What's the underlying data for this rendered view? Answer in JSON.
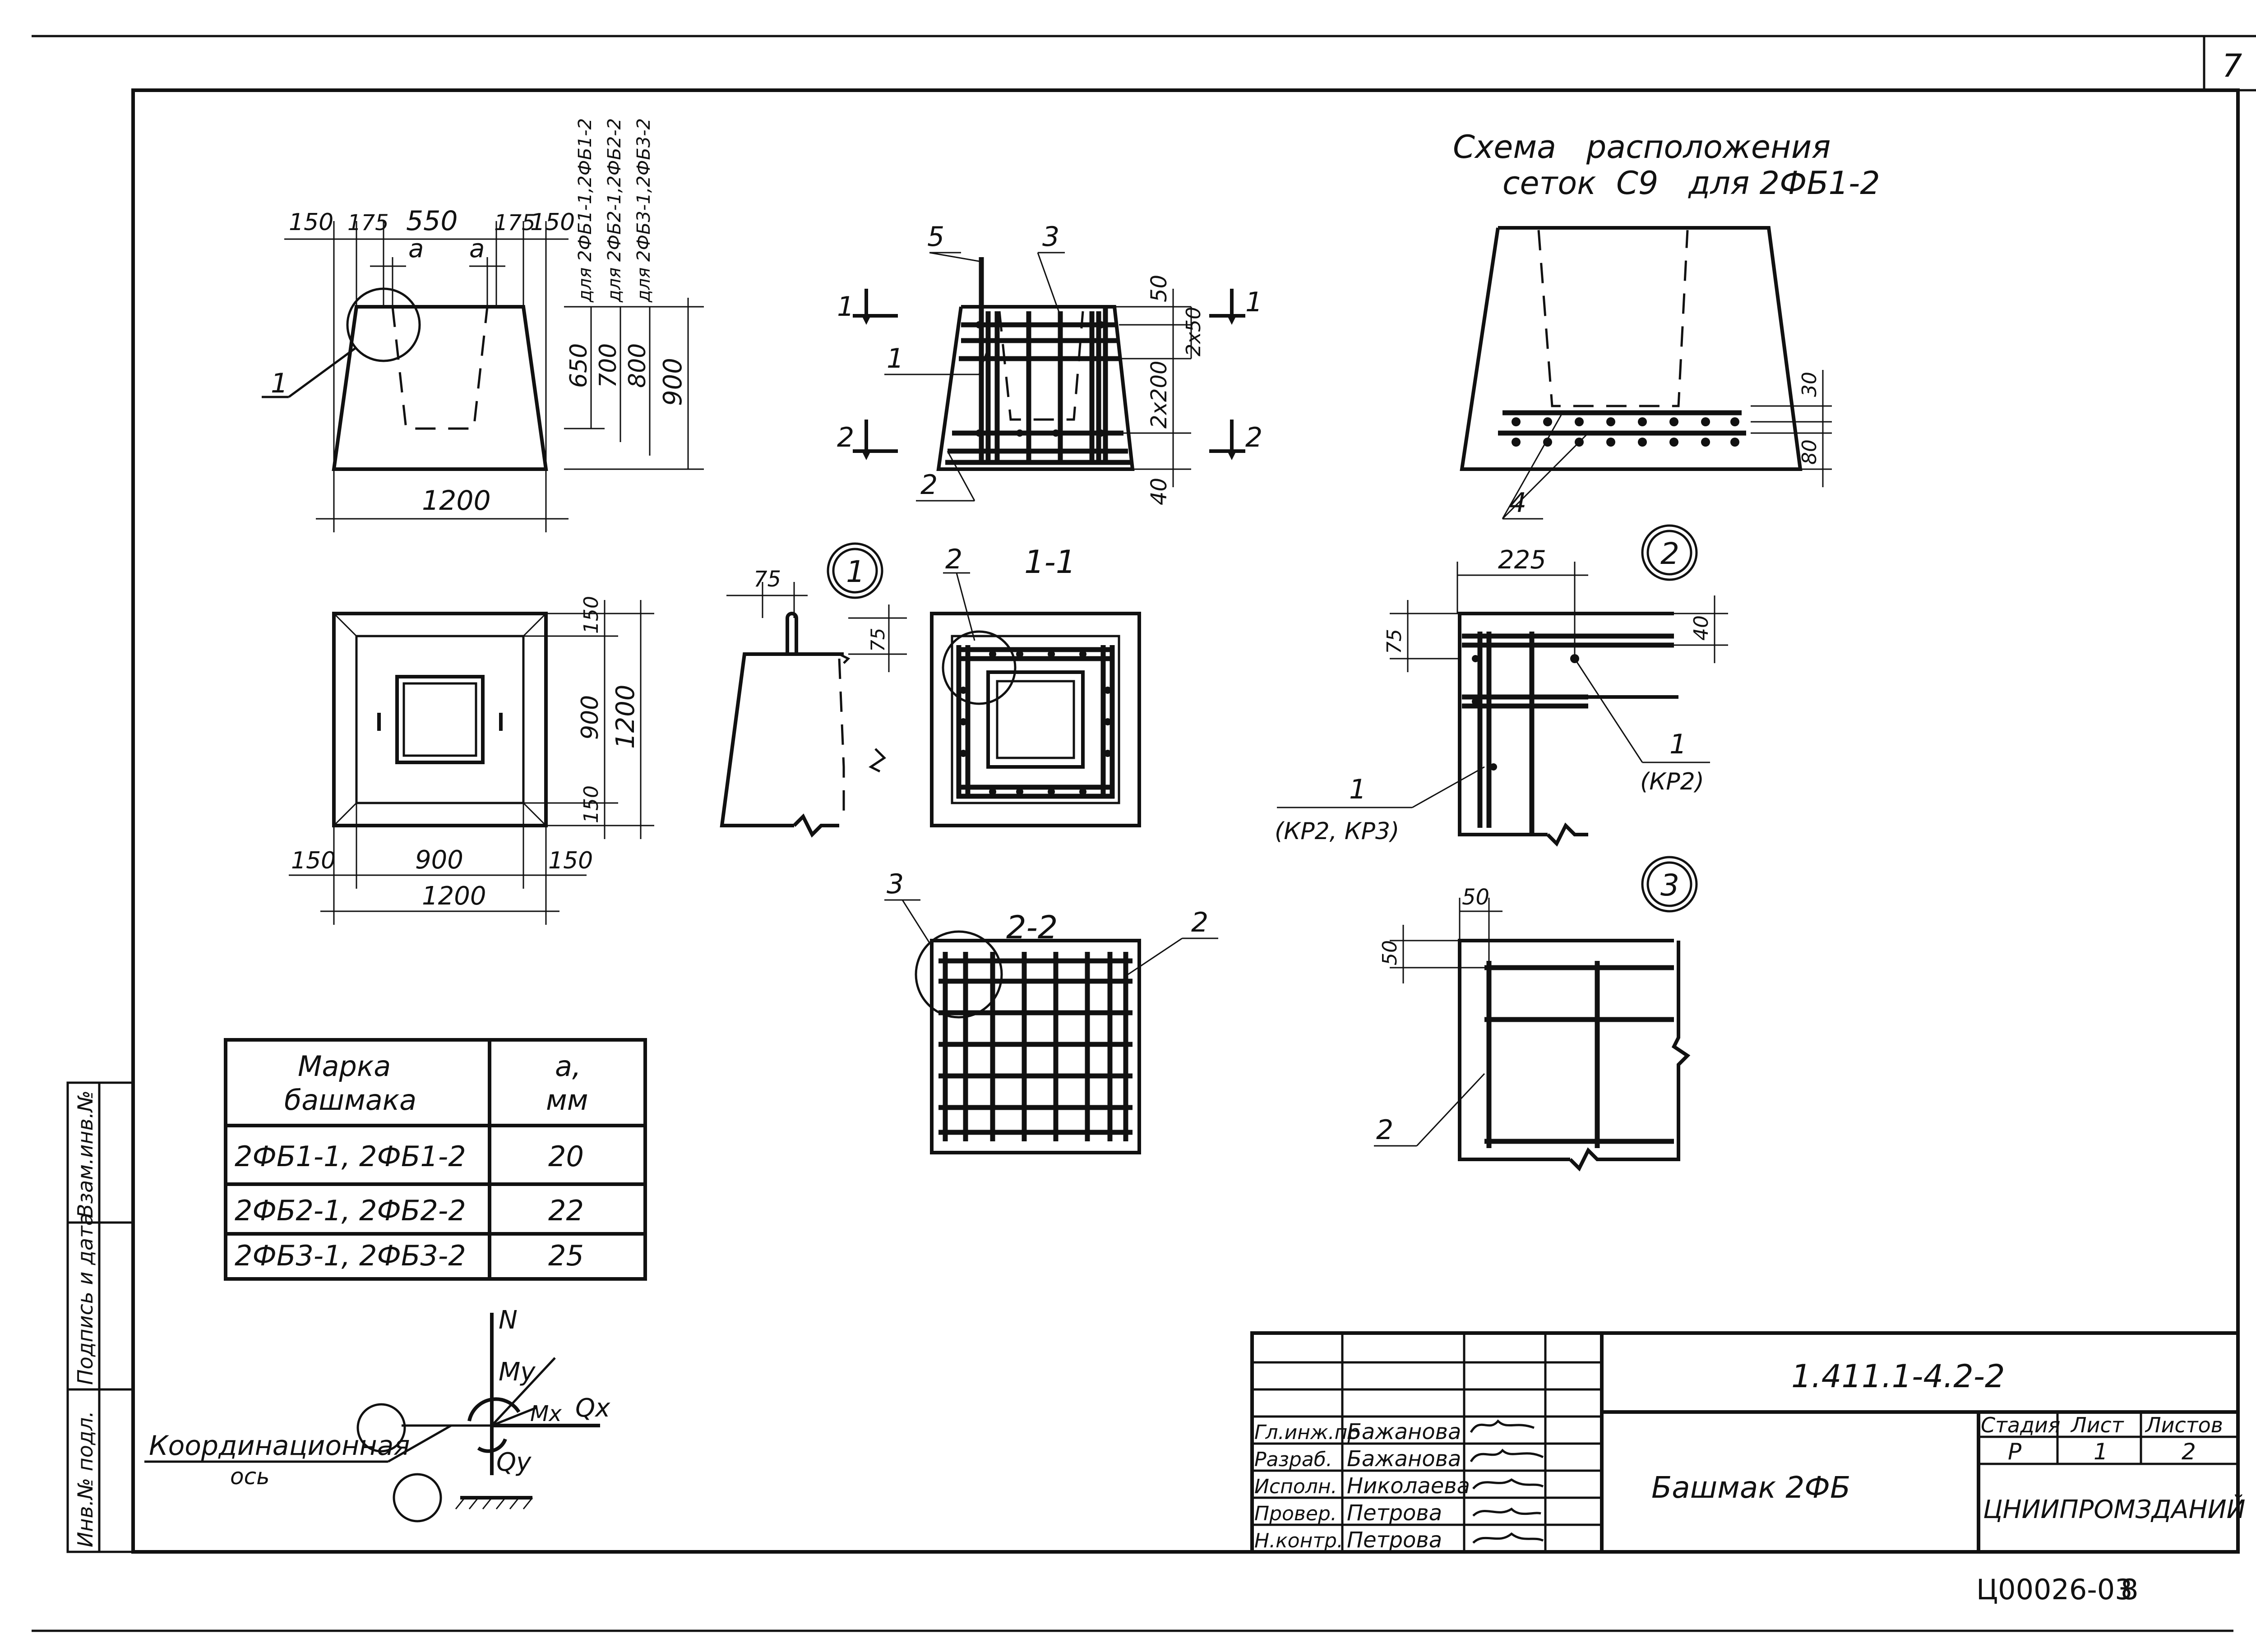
{
  "sheet": {
    "page_number_top": "7",
    "archive_code": "Ц00026-03",
    "archive_page": "8"
  },
  "front_view": {
    "dims_top": [
      "150",
      "175",
      "550",
      "175",
      "150"
    ],
    "gap_label": "а",
    "heights": [
      "650",
      "700",
      "800"
    ],
    "total_height": "900",
    "height_note_1": "для 2ФБ1-1,2ФБ1-2",
    "height_note_2": "для 2ФБ2-1,2ФБ2-2",
    "height_note_3": "для 2ФБ3-1,2ФБ3-2",
    "callout": "1",
    "width": "1200"
  },
  "plan_view": {
    "dims_right": [
      "150",
      "900",
      "150"
    ],
    "total_right": "1200",
    "dims_bottom": [
      "150",
      "900",
      "150"
    ],
    "total_bottom": "1200"
  },
  "rebar_section": {
    "callouts": [
      "5",
      "3",
      "1",
      "2"
    ],
    "cut1": "1",
    "cut2": "2",
    "dims": [
      "50",
      "2х50",
      "2х200",
      "40"
    ]
  },
  "mesh_scheme": {
    "title_line1": "Схема   расположения",
    "title_line2": "сеток  С9   для 2ФБ1-2",
    "dims": [
      "30",
      "80"
    ],
    "callout": "4"
  },
  "detail1": {
    "marker": "1",
    "dims": [
      "75",
      "75"
    ]
  },
  "section11": {
    "title": "1-1",
    "callout": "2"
  },
  "section22": {
    "title": "2-2",
    "callouts": [
      "3",
      "2"
    ]
  },
  "detail2": {
    "marker": "2",
    "dims": [
      "225",
      "75",
      "40"
    ],
    "callout_a": "1",
    "callout_a_sub": "(КР2, КР3)",
    "callout_b": "1",
    "callout_b_sub": "(КР2)"
  },
  "detail3": {
    "marker": "3",
    "dims": [
      "50",
      "50"
    ],
    "callout": "2"
  },
  "marks_table": {
    "header_col1": "Марка\nбашмака",
    "header_col2": "а,\nмм",
    "rows": [
      {
        "mark": "2ФБ1-1, 2ФБ1-2",
        "a": "20"
      },
      {
        "mark": "2ФБ2-1, 2ФБ2-2",
        "a": "22"
      },
      {
        "mark": "2ФБ3-1, 2ФБ3-2",
        "a": "25"
      }
    ]
  },
  "axes_diagram": {
    "label_N": "N",
    "label_My": "My",
    "label_Mx": "Mx",
    "label_Qx": "Qx",
    "label_Qy": "Qy",
    "axis_note_line1": "Координационная",
    "axis_note_line2": "ось"
  },
  "left_margin_strip": [
    "Инв.№ подл.",
    "Подпись и дата",
    "Взам.инв.№"
  ],
  "title_block": {
    "doc_number": "1.411.1-4.2-2",
    "title": "Башмак 2ФБ",
    "stage_header": "Стадия",
    "sheet_header": "Лист",
    "sheets_header": "Листов",
    "stage": "Р",
    "sheet": "1",
    "sheets": "2",
    "organization": "ЦНИИПРОМЗДАНИЙ",
    "signers": [
      {
        "role": "Гл.инж.пр",
        "name": "Бажанова"
      },
      {
        "role": "Разраб.",
        "name": "Бажанова"
      },
      {
        "role": "Исполн.",
        "name": "Николаева"
      },
      {
        "role": "Провер.",
        "name": "Петрова"
      },
      {
        "role": "Н.контр.",
        "name": "Петрова"
      }
    ]
  }
}
